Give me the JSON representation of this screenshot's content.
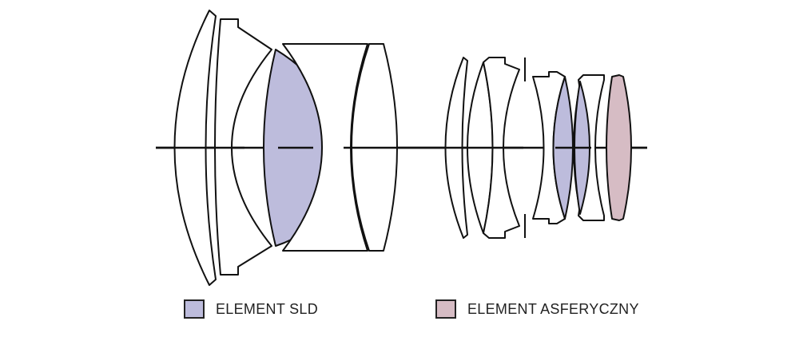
{
  "colors": {
    "sld": "#bdbcdc",
    "aspherical": "#d6bcc4",
    "glass": "#ffffff",
    "outline": "#111111"
  },
  "legend": [
    {
      "id": "sld",
      "label": "ELEMENT SLD"
    },
    {
      "id": "aspherical",
      "label": "ELEMENT ASFERYCZNY"
    }
  ]
}
